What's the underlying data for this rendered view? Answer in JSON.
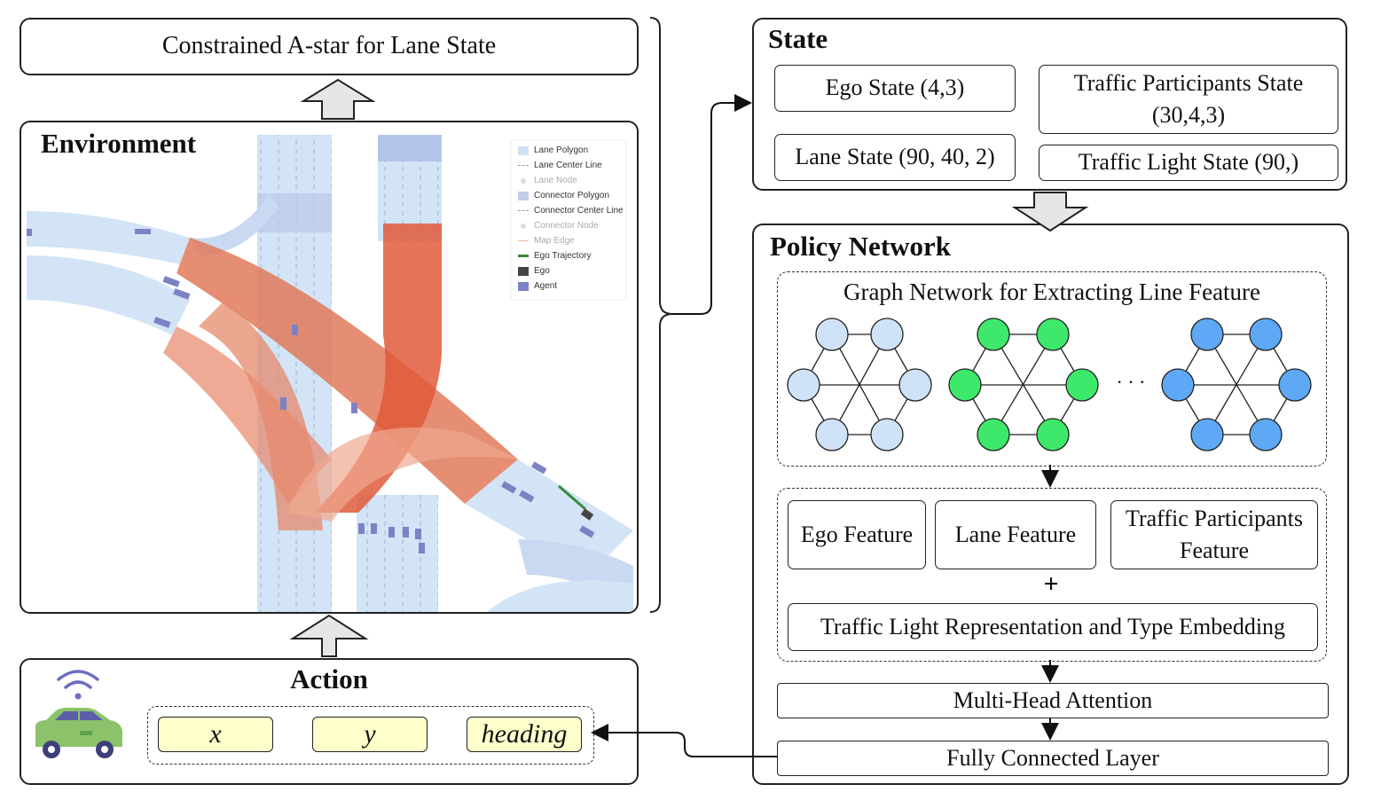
{
  "top_box": {
    "label": "Constrained A-star for Lane State"
  },
  "environment": {
    "title": "Environment",
    "legend": [
      {
        "label": "Lane Polygon",
        "icon": "lane-polygon-swatch",
        "color": "#cfe2f5"
      },
      {
        "label": "Lane Center Line",
        "icon": "dashed-line-swatch",
        "color": "#999999"
      },
      {
        "label": "Lane Node",
        "icon": "dot-swatch",
        "color": "#dddddd"
      },
      {
        "label": "Connector Polygon",
        "icon": "connector-polygon-swatch",
        "color": "#c6cdea"
      },
      {
        "label": "Connector Center Line",
        "icon": "dashed-line-swatch",
        "color": "#999999"
      },
      {
        "label": "Connector Node",
        "icon": "dot-swatch",
        "color": "#dddddd"
      },
      {
        "label": "Map Edge",
        "icon": "line-swatch",
        "color": "#f0b8a0"
      },
      {
        "label": "Ego Trajectory",
        "icon": "line-swatch",
        "color": "#3a8a3a"
      },
      {
        "label": "Ego",
        "icon": "square-swatch",
        "color": "#444444"
      },
      {
        "label": "Agent",
        "icon": "square-swatch",
        "color": "#7c82c4"
      }
    ]
  },
  "action": {
    "title": "Action",
    "fields": [
      "x",
      "y",
      "heading"
    ]
  },
  "state": {
    "title": "State",
    "items": [
      "Ego State (4,3)",
      "Traffic Participants State (30,4,3)",
      "Lane State (90, 40, 2)",
      "Traffic Light State (90,)"
    ]
  },
  "policy": {
    "title": "Policy Network",
    "graph_title": "Graph Network for Extracting Line Feature",
    "ellipsis": "· · ·",
    "features": [
      "Ego Feature",
      "Lane Feature",
      "Traffic Participants Feature"
    ],
    "plus": "+",
    "traffic_light": "Traffic Light Representation and Type Embedding",
    "attention": "Multi-Head Attention",
    "fc": "Fully Connected Layer"
  },
  "colors": {
    "graph_1": "#cfe2f7",
    "graph_2": "#3ee86a",
    "graph_3": "#5ea8f5",
    "lane": "#cfe2f5",
    "connector_red": "#e06a4a",
    "agent": "#7c82c4",
    "ego": "#444444",
    "ego_trajectory": "#3a8a3a"
  }
}
